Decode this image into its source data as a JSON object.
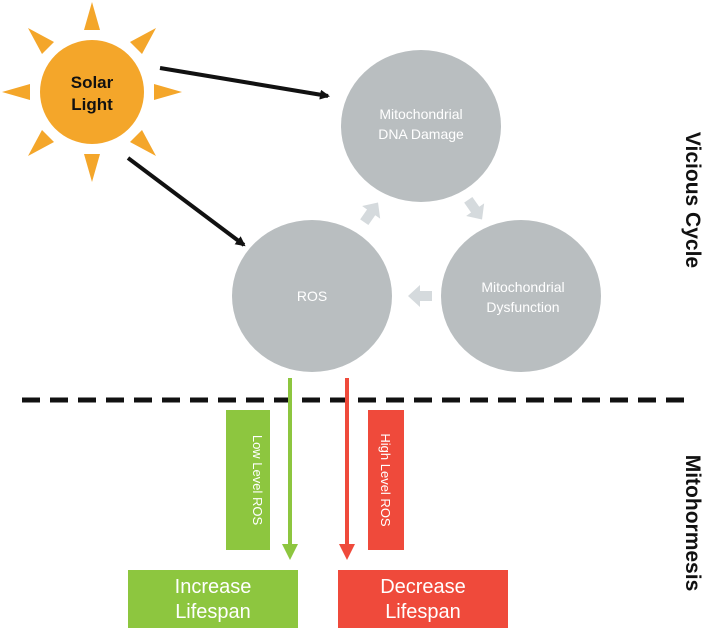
{
  "sun": {
    "label_line1": "Solar",
    "label_line2": "Light",
    "color": "#f4a62a"
  },
  "nodes": {
    "dna_damage": {
      "line1": "Mitochondrial",
      "line2": "DNA Damage"
    },
    "ros": {
      "label": "ROS"
    },
    "dysfunction": {
      "line1": "Mitochondrial",
      "line2": "Dysfunction"
    }
  },
  "side_labels": {
    "top": "Vicious Cycle",
    "bottom": "Mitohormesis"
  },
  "branches": {
    "low": {
      "label": "Low Level ROS",
      "color": "#8dc63f"
    },
    "high": {
      "label": "High Level ROS",
      "color": "#ef4a3b"
    }
  },
  "outcomes": {
    "increase": {
      "line1": "Increase",
      "line2": "Lifespan",
      "color": "#8dc63f"
    },
    "decrease": {
      "line1": "Decrease",
      "line2": "Lifespan",
      "color": "#ef4a3b"
    }
  },
  "colors": {
    "node": "#b9bec0",
    "cycle_arrow": "#d5dadd",
    "black": "#111111"
  }
}
